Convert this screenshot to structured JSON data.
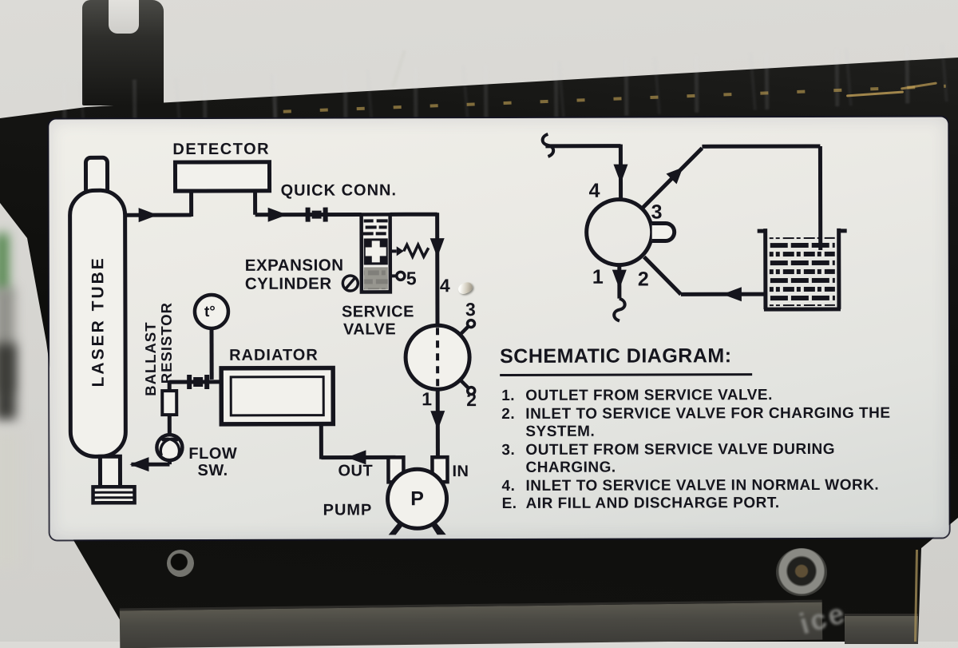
{
  "photo": {
    "embossed_text": "ice"
  },
  "label": {
    "heading": "SCHEMATIC DIAGRAM:",
    "left_diagram": {
      "laser_tube": "LASER TUBE",
      "detector": "DETECTOR",
      "quick_conn": "QUICK CONN.",
      "expansion_line1": "EXPANSION",
      "expansion_line2": "CYLINDER",
      "port5": "5",
      "service_line1": "SERVICE",
      "service_line2": "VALVE",
      "ports": {
        "p1": "1",
        "p2": "2",
        "p3": "3",
        "p4": "4"
      },
      "ballast_line1": "BALLAST",
      "ballast_line2": "RESISTOR",
      "temp_symbol": "t°",
      "radiator": "RADIATOR",
      "flow_line1": "FLOW",
      "flow_line2": "SW.",
      "pump": "PUMP",
      "pump_letter": "P",
      "out": "OUT",
      "in": "IN"
    },
    "right_diagram": {
      "ports": {
        "p1": "1",
        "p2": "2",
        "p3": "3",
        "p4": "4"
      }
    },
    "notes": [
      {
        "n": "1.",
        "text": "OUTLET FROM SERVICE VALVE."
      },
      {
        "n": "2.",
        "text": "INLET TO SERVICE VALVE FOR CHARGING THE SYSTEM."
      },
      {
        "n": "3.",
        "text": "OUTLET FROM SERVICE VALVE DURING CHARGING."
      },
      {
        "n": "4.",
        "text": "INLET TO SERVICE VALVE IN NORMAL WORK."
      },
      {
        "n": "E.",
        "text": "AIR FILL AND DISCHARGE PORT."
      }
    ]
  },
  "colors": {
    "ink": "#15151d",
    "label_bg": "#eae9e4",
    "body_black": "#121210",
    "background_gray": "#d6d5d1",
    "scratch_gold": "#b99a50"
  }
}
